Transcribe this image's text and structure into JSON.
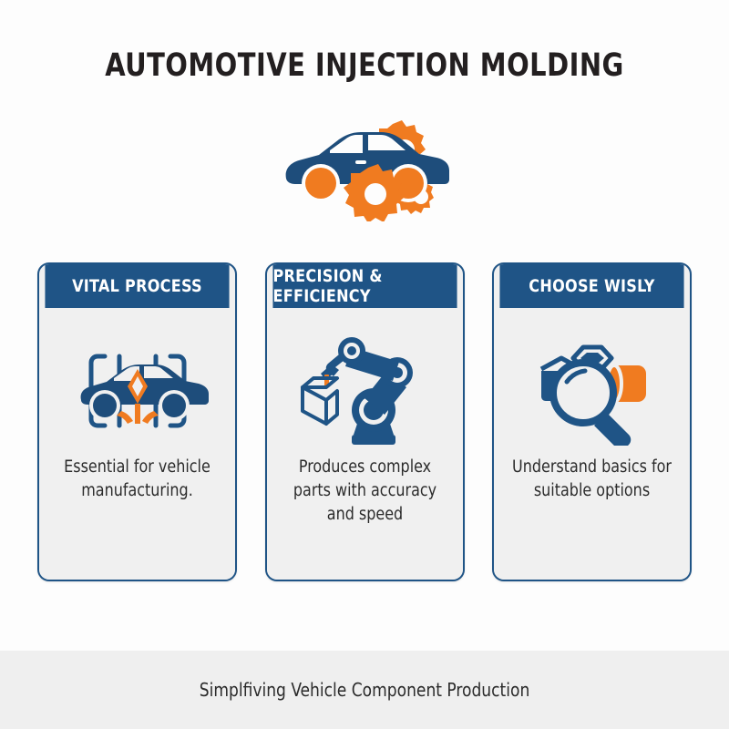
{
  "title": "AUTOMOTIVE INJECTION MOLDING",
  "hero": {
    "icon_name": "car-with-gears-illustration"
  },
  "colors": {
    "brand_blue": "#1f5486",
    "deep_navy": "#1e4d7b",
    "accent_orange": "#f07b20",
    "card_body": "#f0f0f0",
    "footer_band": "#efefef",
    "title_text": "#231f20"
  },
  "cards": [
    {
      "header": "VITAL PROCESS",
      "icon_name": "car-injection-icon",
      "text": "Essential for vehicle manufacturing."
    },
    {
      "header": "PRECISION & EFFICIENCY",
      "icon_name": "robotic-arm-icon",
      "text": "Produces complex parts with accuracy and speed"
    },
    {
      "header": "CHOOSE WISLY",
      "icon_name": "magnifier-parts-icon",
      "text": "Understand basics for suitable options"
    }
  ],
  "footer": {
    "caption": "Simplfiving Vehicle Component Production"
  }
}
